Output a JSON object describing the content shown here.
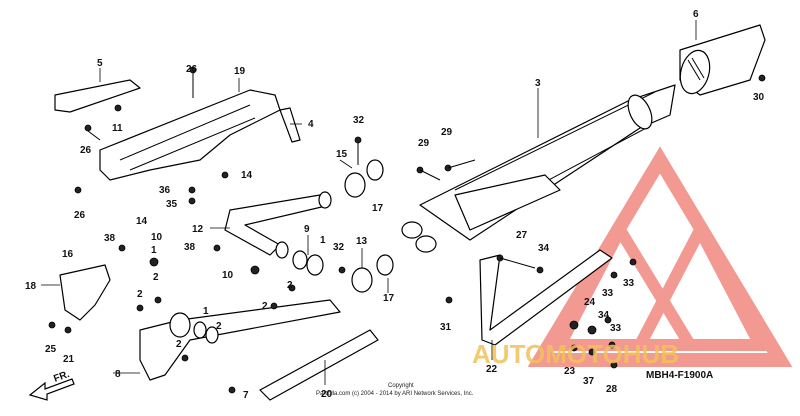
{
  "diagram": {
    "code": "MBH4-F1900A",
    "copyright_line1": "Copyright",
    "copyright_line2": "Partzilla.com (c) 2004 - 2014 by ARI Network Services, Inc.",
    "direction_label": "FR.",
    "watermark_brand": "AUTOMOTOHUB",
    "accent_color": "#e8473a",
    "watermark_text_color": "#f2c15a",
    "callouts": [
      "1",
      "2",
      "3",
      "4",
      "5",
      "6",
      "7",
      "8",
      "9",
      "10",
      "11",
      "12",
      "13",
      "14",
      "15",
      "16",
      "17",
      "18",
      "19",
      "20",
      "21",
      "22",
      "23",
      "24",
      "25",
      "26",
      "27",
      "28",
      "29",
      "30",
      "31",
      "32",
      "33",
      "34",
      "35",
      "36",
      "37",
      "38"
    ]
  }
}
